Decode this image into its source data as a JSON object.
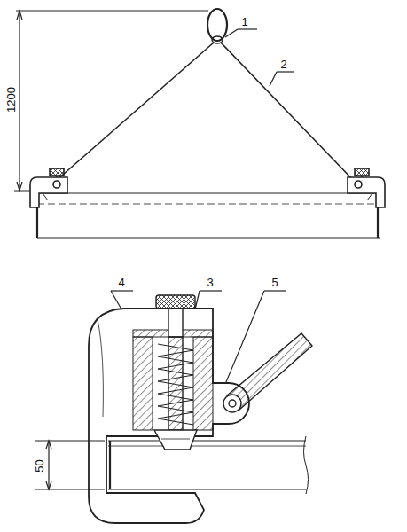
{
  "diagram": {
    "labels": [
      "1200",
      "1",
      "2",
      "4",
      "3",
      "5",
      "50"
    ]
  }
}
